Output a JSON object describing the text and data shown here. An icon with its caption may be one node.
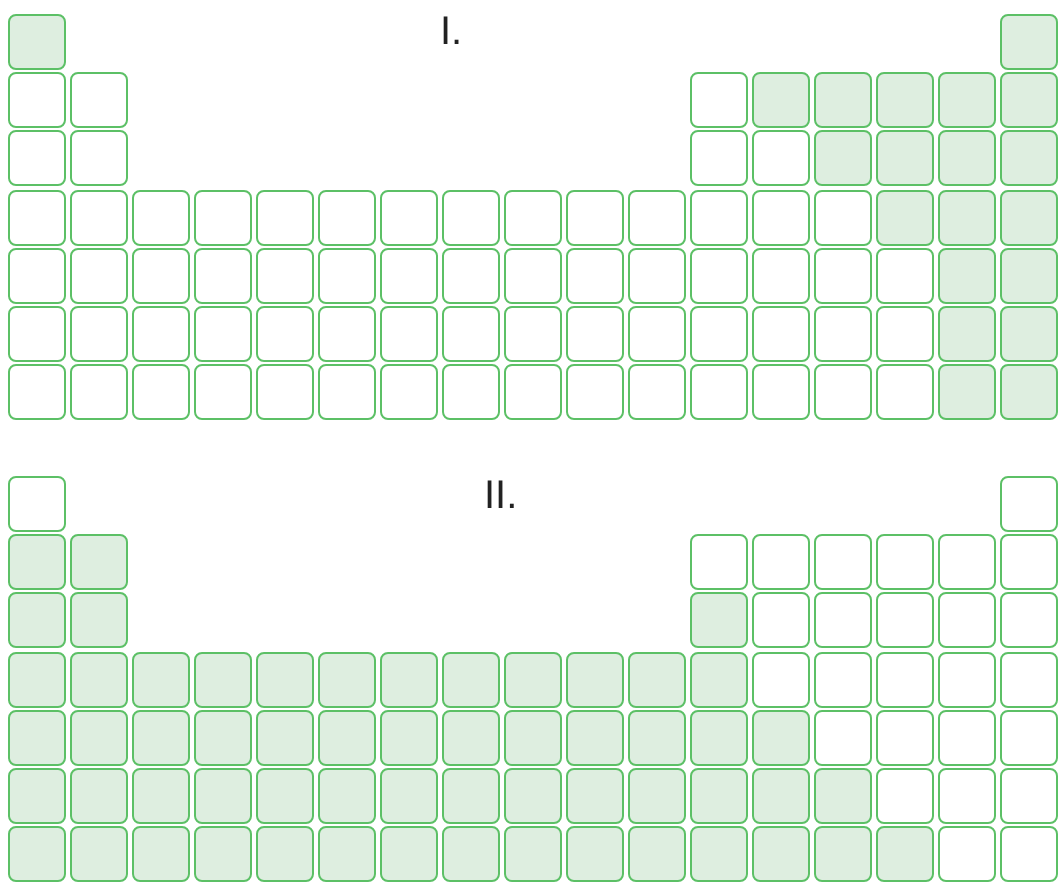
{
  "diagram": {
    "nodes": [
      {
        "text": [],
        "shape": "box"
      },
      {
        "text": [],
        "shape": "box"
      },
      {
        "text": [],
        "shape": "box"
      },
      {
        "text": [],
        "shape": "box"
      },
      {
        "text": [],
        "shape": "box"
      },
      {
        "text": [],
        "shape": "box"
      },
      {
        "text": [],
        "shape": "box"
      },
      {
        "text": [],
        "shape": "box"
      },
      {
        "text": [],
        "shape": "box"
      },
      {
        "text": [],
        "shape": "box"
      },
      {
        "text": [],
        "shape": "box"
      },
      {
        "text": [],
        "shape": "box"
      },
      {
        "text": [],
        "shape": "box"
      },
      {
        "text": [],
        "shape": "box"
      },
      {
        "text": [],
        "shape": "box"
      },
      {
        "text": [],
        "shape": "box"
      },
      {
        "text": [],
        "shape": "box"
      },
      {
        "text": [],
        "shape": "box"
      },
      {
        "text": [],
        "shape": "box"
      },
      {
        "text": [],
        "shape": "box"
      },
      {
        "text": [],
        "shape": "box"
      },
      {
        "text": [],
        "shape": "box"
      },
      {
        "text": [],
        "shape": "box"
      },
      {
        "text": [],
        "shape": "box"
      },
      {
        "text": [],
        "shape": "box"
      },
      {
        "text": [],
        "shape": "box"
      },
      {
        "text": [],
        "shape": "box"
      },
      {
        "text": [],
        "shape": "box"
      },
      {
        "text": [],
        "shape": "box"
      },
      {
        "text": [],
        "shape": "box"
      },
      {
        "text": [],
        "shape": "box"
      },
      {
        "text": [],
        "shape": "box"
      },
      {
        "text": [],
        "shape": "box"
      },
      {
        "text": [],
        "shape": "box"
      },
      {
        "text": [],
        "shape": "box"
      },
      {
        "text": [],
        "shape": "box"
      },
      {
        "text": [],
        "shape": "box"
      },
      {
        "text": [],
        "shape": "box"
      },
      {
        "text": [],
        "shape": "box"
      },
      {
        "text": [],
        "shape": "box"
      },
      {
        "text": [],
        "shape": "box"
      },
      {
        "text": [],
        "shape": "box"
      },
      {
        "text": [],
        "shape": "box"
      },
      {
        "text": [],
        "shape": "box"
      },
      {
        "text": [],
        "shape": "box"
      },
      {
        "text": [],
        "shape": "box"
      },
      {
        "text": [],
        "shape": "box"
      },
      {
        "text": [],
        "shape": "box"
      },
      {
        "text": [],
        "shape": "box"
      },
      {
        "text": [],
        "shape": "box"
      },
      {
        "text": [],
        "shape": "box"
      },
      {
        "text": [],
        "shape": "box"
      },
      {
        "text": [],
        "shape": "box"
      },
      {
        "text": [],
        "shape": "box"
      },
      {
        "text": [],
        "shape": "box"
      },
      {
        "text": [],
        "shape": "box"
      },
      {
        "text": [],
        "shape": "box"
      },
      {
        "text": [],
        "shape": "box"
      },
      {
        "text": [],
        "shape": "box"
      },
      {
        "text": [],
        "shape": "box"
      },
      {
        "text": [],
        "shape": "box"
      },
      {
        "text": [],
        "shape": "box"
      },
      {
        "text": [],
        "shape": "box"
      },
      {
        "text": [],
        "shape": "box"
      },
      {
        "text": [],
        "shape": "box"
      },
      {
        "text": [],
        "shape": "box"
      },
      {
        "text": [],
        "shape": "box"
      },
      {
        "text": [],
        "shape": "box"
      },
      {
        "text": [],
        "shape": "box"
      },
      {
        "text": [],
        "shape": "box"
      },
      {
        "text": [],
        "shape": "box"
      },
      {
        "text": [],
        "shape": "box"
      },
      {
        "text": [],
        "shape": "box"
      },
      {
        "text": [],
        "shape": "box"
      },
      {
        "text": [],
        "shape": "box"
      },
      {
        "text": [],
        "shape": "box"
      },
      {
        "text": [],
        "shape": "box"
      },
      {
        "text": [],
        "shape": "box"
      },
      {
        "text": [],
        "shape": "box"
      },
      {
        "text": [],
        "shape": "box"
      },
      {
        "text": [],
        "shape": "box"
      },
      {
        "text": [],
        "shape": "box"
      },
      {
        "text": [],
        "shape": "box"
      },
      {
        "text": [],
        "shape": "box"
      },
      {
        "text": [],
        "shape": "box"
      },
      {
        "text": [],
        "shape": "box"
      },
      {
        "text": [],
        "shape": "box"
      },
      {
        "text": [],
        "shape": "box"
      },
      {
        "text": [],
        "shape": "box"
      },
      {
        "text": [],
        "shape": "box"
      },
      {
        "text": [],
        "shape": "box"
      },
      {
        "text": [],
        "shape": "box"
      },
      {
        "text": [],
        "shape": "box"
      },
      {
        "text": [],
        "shape": "box"
      },
      {
        "text": [],
        "shape": "box"
      },
      {
        "text": [],
        "shape": "box"
      },
      {
        "text": [],
        "shape": "box"
      },
      {
        "text": [],
        "shape": "box"
      },
      {
        "text": [],
        "shape": "box"
      },
      {
        "text": [],
        "shape": "box"
      },
      {
        "text": [],
        "shape": "box"
      },
      {
        "text": [],
        "shape": "box"
      },
      {
        "text": [],
        "shape": "box"
      },
      {
        "text": [],
        "shape": "box"
      },
      {
        "text": [],
        "shape": "box"
      },
      {
        "text": [],
        "shape": "box"
      },
      {
        "text": [],
        "shape": "box"
      },
      {
        "text": [],
        "shape": "box"
      },
      {
        "text": [],
        "shape": "box"
      },
      {
        "text": [],
        "shape": "box"
      },
      {
        "text": [],
        "shape": "box"
      },
      {
        "text": [],
        "shape": "box"
      },
      {
        "text": [],
        "shape": "box"
      },
      {
        "text": [],
        "shape": "box"
      },
      {
        "text": [],
        "shape": "box"
      },
      {
        "text": [],
        "shape": "box"
      },
      {
        "text": [],
        "shape": "box"
      },
      {
        "text": [],
        "shape": "box"
      },
      {
        "text": [],
        "shape": "box"
      },
      {
        "text": [],
        "shape": "box"
      },
      {
        "text": [],
        "shape": "box"
      },
      {
        "text": [],
        "shape": "box"
      },
      {
        "text": [],
        "shape": "box"
      },
      {
        "text": [],
        "shape": "box"
      },
      {
        "text": [],
        "shape": "box"
      },
      {
        "text": [],
        "shape": "box"
      },
      {
        "text": [],
        "shape": "box"
      },
      {
        "text": [],
        "shape": "box"
      },
      {
        "text": [],
        "shape": "box"
      },
      {
        "text": [],
        "shape": "box"
      },
      {
        "text": [],
        "shape": "box"
      },
      {
        "text": [],
        "shape": "box"
      },
      {
        "text": [],
        "shape": "box"
      },
      {
        "text": [],
        "shape": "box"
      },
      {
        "text": [],
        "shape": "box"
      },
      {
        "text": [],
        "shape": "box"
      },
      {
        "text": [],
        "shape": "box"
      },
      {
        "text": [],
        "shape": "box"
      },
      {
        "text": [],
        "shape": "box"
      },
      {
        "text": [],
        "shape": "box"
      },
      {
        "text": [],
        "shape": "box"
      },
      {
        "text": [],
        "shape": "box"
      },
      {
        "text": [],
        "shape": "box"
      },
      {
        "text": [],
        "shape": "box"
      },
      {
        "text": [],
        "shape": "box"
      },
      {
        "text": [],
        "shape": "box"
      },
      {
        "text": [],
        "shape": "box"
      },
      {
        "text": [],
        "shape": "box"
      },
      {
        "text": [],
        "shape": "box"
      },
      {
        "text": [],
        "shape": "box"
      },
      {
        "text": [],
        "shape": "box"
      },
      {
        "text": [],
        "shape": "box"
      },
      {
        "text": [],
        "shape": "box"
      },
      {
        "text": [],
        "shape": "box"
      },
      {
        "text": [],
        "shape": "box"
      },
      {
        "text": [],
        "shape": "box"
      },
      {
        "text": [],
        "shape": "box"
      },
      {
        "text": [],
        "shape": "box"
      },
      {
        "text": [],
        "shape": "box"
      },
      {
        "text": [],
        "shape": "box"
      },
      {
        "text": [],
        "shape": "box"
      },
      {
        "text": [],
        "shape": "box"
      },
      {
        "text": [],
        "shape": "box"
      },
      {
        "text": [],
        "shape": "box"
      },
      {
        "text": [],
        "shape": "box"
      },
      {
        "text": [],
        "shape": "box"
      },
      {
        "text": [],
        "shape": "box"
      },
      {
        "text": [],
        "shape": "box"
      },
      {
        "text": [],
        "shape": "box"
      },
      {
        "text": [],
        "shape": "box"
      },
      {
        "text": [],
        "shape": "box"
      },
      {
        "text": [],
        "shape": "box"
      }
    ],
    "labels": [
      "I.",
      "II."
    ]
  }
}
